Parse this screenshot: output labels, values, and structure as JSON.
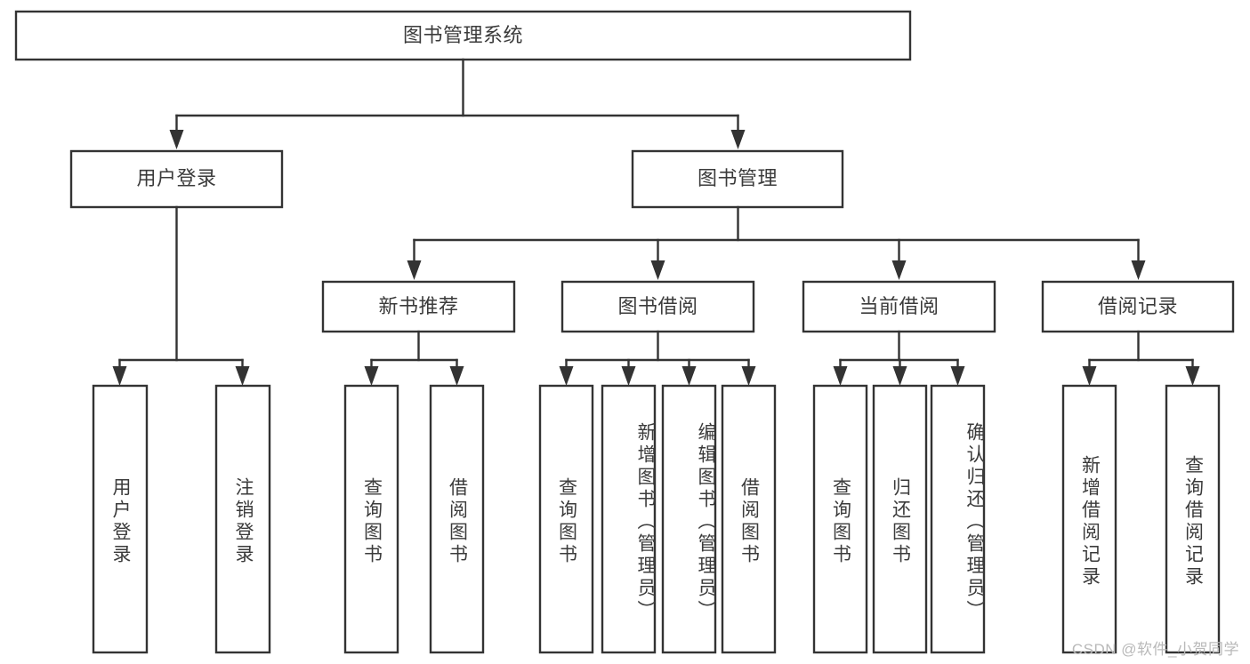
{
  "diagram": {
    "title": "图书管理系统",
    "type": "tree-hierarchy-diagram",
    "colors": {
      "stroke": "#333333",
      "box_fill": "#ffffff",
      "text": "#3b3b3b",
      "watermark": "#b9b9b9",
      "background": "#ffffff"
    },
    "root": {
      "label": "图书管理系统"
    },
    "level2": [
      {
        "label": "用户登录"
      },
      {
        "label": "图书管理"
      }
    ],
    "level3": [
      {
        "label": "新书推荐"
      },
      {
        "label": "图书借阅"
      },
      {
        "label": "当前借阅"
      },
      {
        "label": "借阅记录"
      }
    ],
    "leaves": [
      {
        "label": "用户登录",
        "parent": "用户登录"
      },
      {
        "label": "注销登录",
        "parent": "用户登录"
      },
      {
        "label": "查询图书",
        "parent": "新书推荐"
      },
      {
        "label": "借阅图书",
        "parent": "新书推荐"
      },
      {
        "label": "查询图书",
        "parent": "图书借阅"
      },
      {
        "label": "新增图书（管理员）",
        "parent": "图书借阅"
      },
      {
        "label": "编辑图书（管理员）",
        "parent": "图书借阅"
      },
      {
        "label": "借阅图书",
        "parent": "图书借阅"
      },
      {
        "label": "查询图书",
        "parent": "当前借阅"
      },
      {
        "label": "归还图书",
        "parent": "当前借阅"
      },
      {
        "label": "确认归还（管理员）",
        "parent": "当前借阅"
      },
      {
        "label": "新增借阅记录",
        "parent": "借阅记录"
      },
      {
        "label": "查询借阅记录",
        "parent": "借阅记录"
      }
    ],
    "watermark": "CSDN @软件_小贺同学"
  }
}
